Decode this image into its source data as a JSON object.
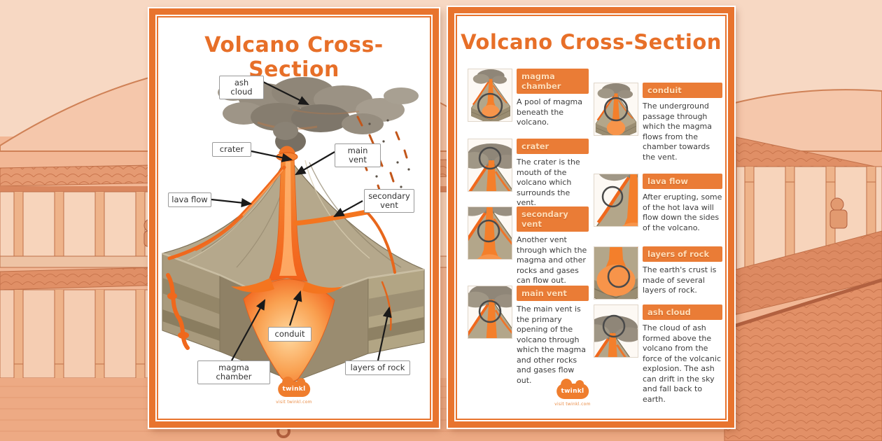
{
  "accent_color": "#e8742e",
  "logo": {
    "brand": "twinkl",
    "caption": "visit twinkl.com"
  },
  "poster_left": {
    "title": "Volcano Cross-Section",
    "labels": [
      "ash cloud",
      "crater",
      "main vent",
      "lava flow",
      "secondary vent",
      "conduit",
      "magma chamber",
      "layers of rock"
    ]
  },
  "poster_right": {
    "title": "Volcano Cross-Section",
    "columns": [
      {
        "entries": [
          {
            "term": "magma chamber",
            "definition": "A pool of magma beneath the volcano."
          },
          {
            "term": "crater",
            "definition": "The crater is the mouth of the volcano which surrounds the vent."
          },
          {
            "term": "secondary vent",
            "definition": "Another vent through which the magma and other rocks and gases can flow out."
          },
          {
            "term": "main vent",
            "definition": "The main vent is the primary opening of the volcano through which the magma and other rocks and gases flow out."
          }
        ]
      },
      {
        "entries": [
          {
            "term": "conduit",
            "definition": "The underground passage through which the magma flows from the chamber towards the vent."
          },
          {
            "term": "lava flow",
            "definition": "After erupting, some of the hot lava will flow down the sides of the volcano."
          },
          {
            "term": "layers of rock",
            "definition": "The earth's crust is made of several layers of rock."
          },
          {
            "term": "ash cloud",
            "definition": "The cloud of ash formed above the volcano from the force of the volcanic explosion. The ash can drift in the sky and fall back to earth."
          }
        ]
      }
    ]
  }
}
